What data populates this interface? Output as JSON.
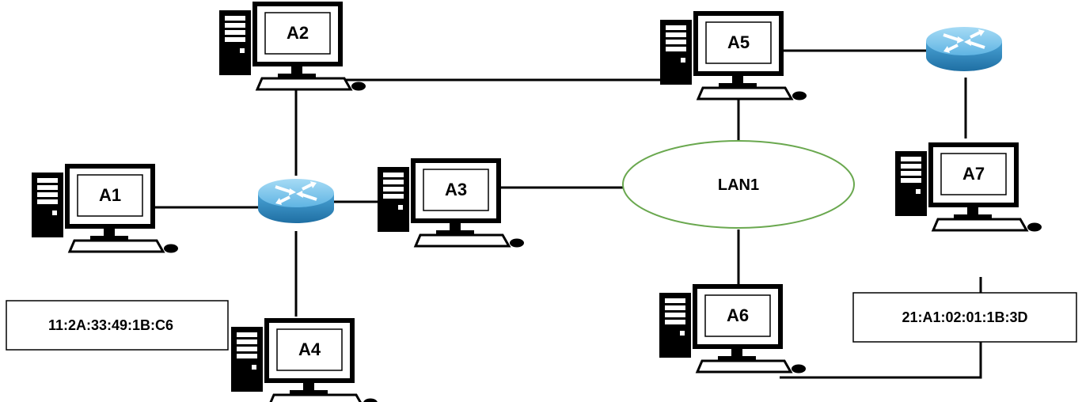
{
  "computers": {
    "a1": {
      "label": "A1"
    },
    "a2": {
      "label": "A2"
    },
    "a3": {
      "label": "A3"
    },
    "a4": {
      "label": "A4"
    },
    "a5": {
      "label": "A5"
    },
    "a6": {
      "label": "A6"
    },
    "a7": {
      "label": "A7"
    }
  },
  "lan": {
    "label": "LAN1"
  },
  "addresses": {
    "left": "11:2A:33:49:1B:C6",
    "right": "21:A1:02:01:1B:3D"
  },
  "colors": {
    "router_fill": "#3a93c9",
    "router_top": "#7cc3ea",
    "lan_stroke": "#6aa84f",
    "computer_outline": "#000000"
  }
}
